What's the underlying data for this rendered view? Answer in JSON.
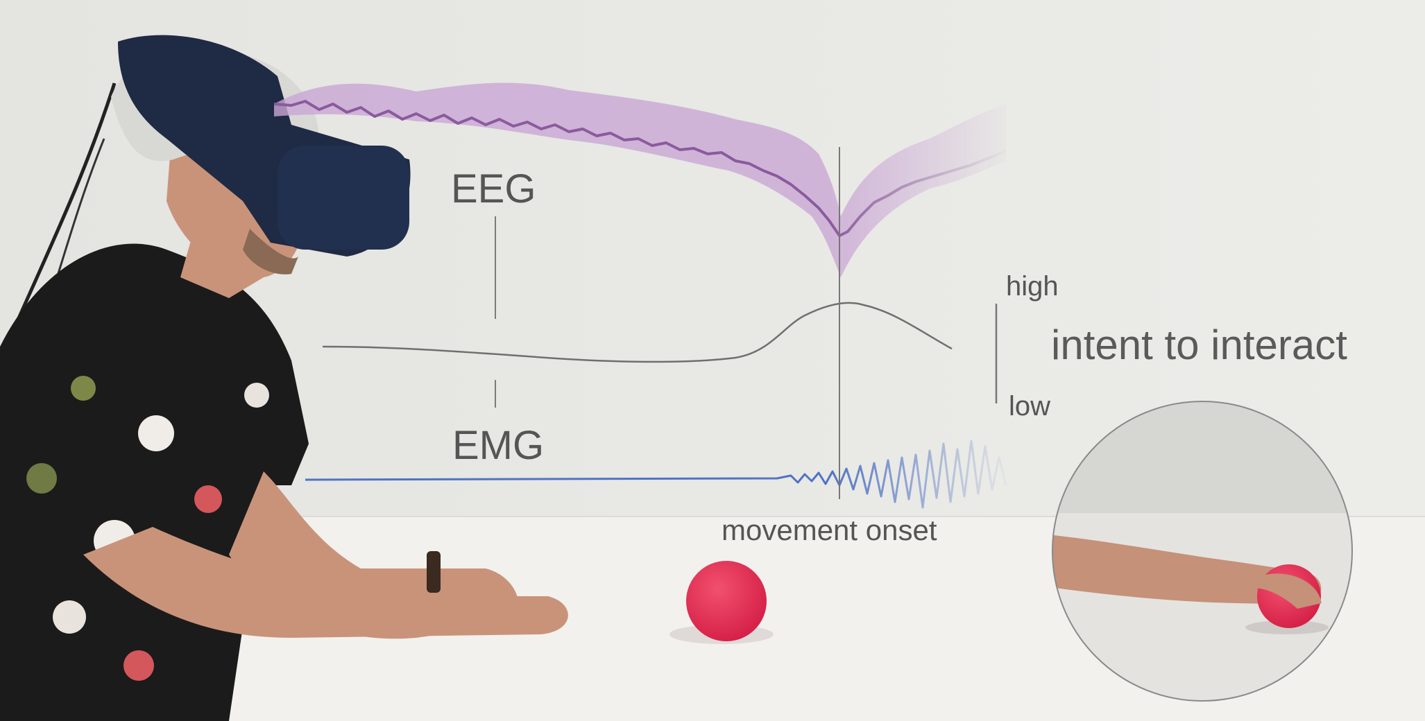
{
  "labels": {
    "eeg": "EEG",
    "emg": "EMG",
    "high": "high",
    "low": "low",
    "intent": "intent to interact",
    "movement_onset": "movement onset"
  },
  "colors": {
    "wall": "#e9e9e6",
    "table": "#f2f1ee",
    "eeg_line": "#8a5a9e",
    "eeg_band": "#c9a6d4",
    "emg_line": "#4f73c4",
    "intent_curve": "#6f6f6f",
    "ball": "#e8284f",
    "shirt": "#1b1b1b",
    "headset": "#1f2a44",
    "skin": "#c9937a"
  },
  "icons": [
    "person-photo",
    "vr-headset",
    "eeg-cap",
    "red-ball",
    "hand-inset-circle"
  ]
}
